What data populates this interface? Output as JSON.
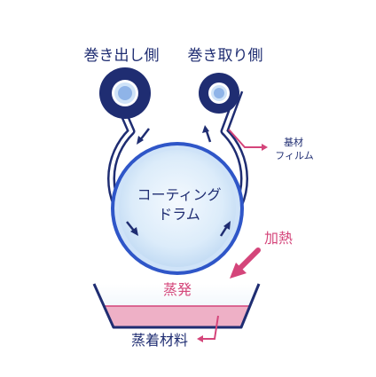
{
  "labels": {
    "unwind_side": "巻き出し側",
    "rewind_side": "巻き取り側",
    "substrate_line1": "基材",
    "substrate_line2": "フィルム",
    "drum_line1": "コーティング",
    "drum_line2": "ドラム",
    "heating": "加熱",
    "evaporation": "蒸発",
    "deposition_material": "蒸着材料"
  },
  "icons": {
    "unwind_roll": "roll-icon",
    "rewind_roll": "roll-icon",
    "drum": "coating-drum",
    "heat_arrow": "arrow-icon",
    "film_direction_arrows": "arrow-icon",
    "crucible": "crucible-icon"
  },
  "colors": {
    "navy": "#1f2d72",
    "blue": "#2f56c8",
    "light_blue": "#cfe3f8",
    "drum_fill": "#e3f0fb",
    "pink": "#d4457a",
    "material_pink": "#eeb0c6",
    "crucible_fill": "#eef4fa"
  }
}
